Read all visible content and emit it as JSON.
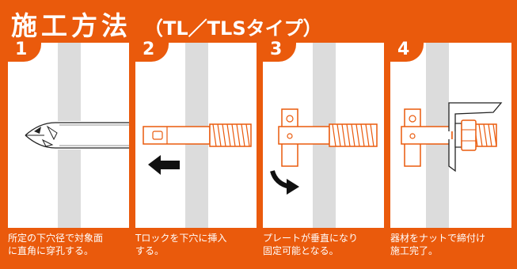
{
  "title": {
    "main": "施工方法",
    "sub": "（TL／TLSタイプ）"
  },
  "steps": [
    {
      "number": "1",
      "caption": "所定の下穴径で対象面\nに直角に穿孔する。"
    },
    {
      "number": "2",
      "caption": "Tロックを下穴に挿入\nする。"
    },
    {
      "number": "3",
      "caption": "プレートが垂直になり\n固定可能となる。"
    },
    {
      "number": "4",
      "caption": "器材をナットで締付け\n施工完了。"
    }
  ],
  "colors": {
    "background": "#ea5a0c",
    "panel": "#ffffff",
    "wall": "#dcdcdc",
    "part": "#ea5a0c",
    "arrow": "#111111"
  }
}
